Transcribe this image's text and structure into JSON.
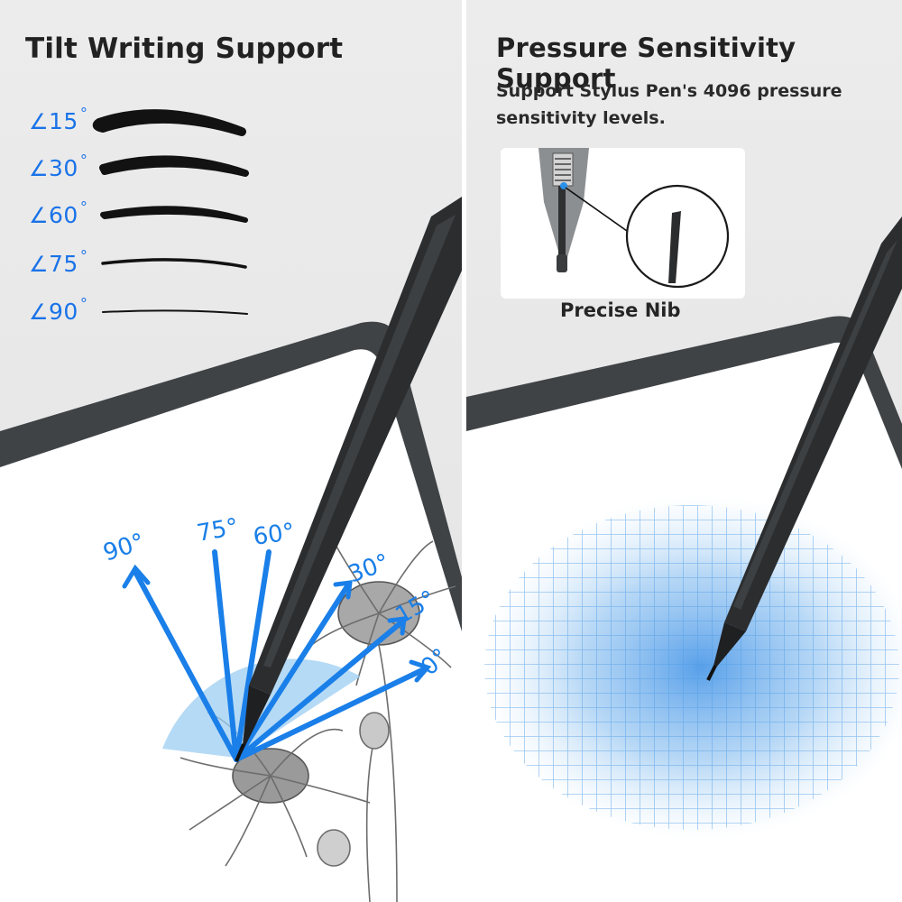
{
  "tilt_panel": {
    "title": "Tilt Writing Support",
    "angle_symbol": "∠",
    "degree_symbol": "°",
    "stroke_samples": [
      {
        "angle": "15"
      },
      {
        "angle": "30"
      },
      {
        "angle": "60"
      },
      {
        "angle": "75"
      },
      {
        "angle": "90"
      }
    ],
    "diagram_angles": [
      "90°",
      "75°",
      "60°",
      "30°",
      "15°",
      "0°"
    ],
    "accent_color": "#1a7fe8"
  },
  "pressure_panel": {
    "title": "Pressure Sensitivity Support",
    "description": "Support Stylus Pen's 4096 pressure sensitivity levels.",
    "nib_caption": "Precise Nib",
    "accent_color": "#3b8fe6"
  }
}
